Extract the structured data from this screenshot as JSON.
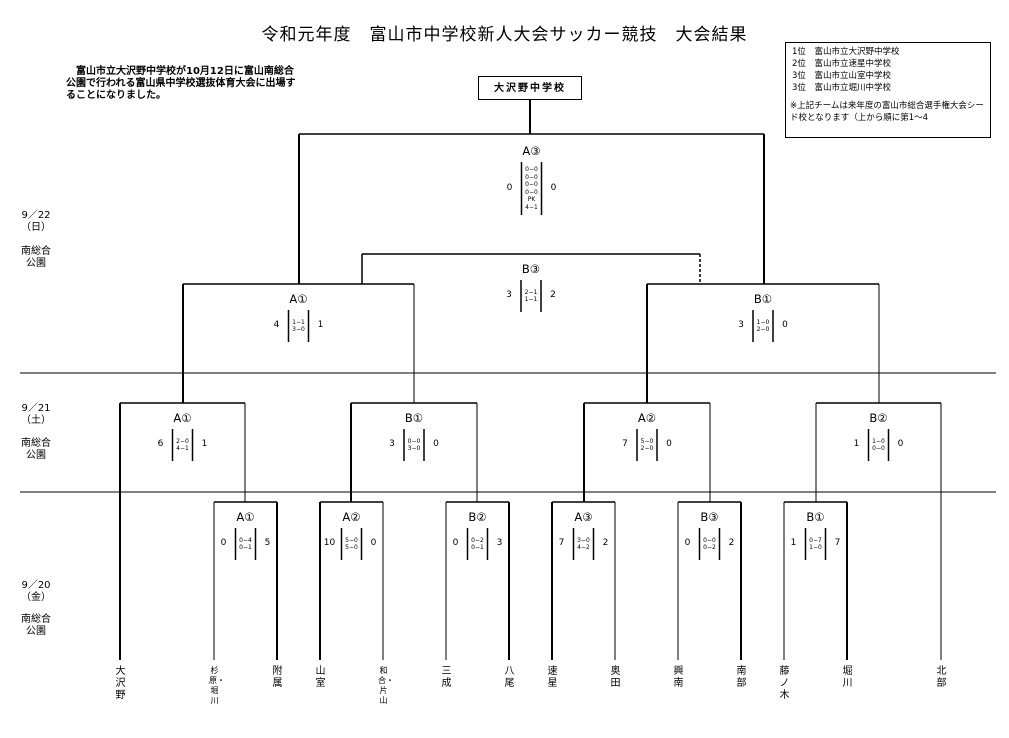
{
  "title": "令和元年度　富山市中学校新人大会サッカー競技　大会結果",
  "notice": "富山市立大沢野中学校が10月12日に富山南総合公園で行われる富山県中学校選抜体育大会に出場することになりました。",
  "champion": "大沢野中学校",
  "rankings": [
    {
      "rank": "1位",
      "school": "富山市立大沢野中学校"
    },
    {
      "rank": "2位",
      "school": "富山市立速星中学校"
    },
    {
      "rank": "3位",
      "school": "富山市立山室中学校"
    },
    {
      "rank": "3位",
      "school": "富山市立堀川中学校"
    }
  ],
  "rankings_note": "※上記チームは来年度の富山市総合選手権大会シード校となります（上から順に第1～4",
  "days": [
    {
      "date": "9／22",
      "weekday": "（日）",
      "venue": "南総合\n公園"
    },
    {
      "date": "9／21",
      "weekday": "（土）",
      "venue": "南総合\n公園"
    },
    {
      "date": "9／20",
      "weekday": "（金）",
      "venue": "南総合\n公園"
    }
  ],
  "teams": [
    {
      "name": "大沢野"
    },
    {
      "name": "杉原・堀川"
    },
    {
      "name": "附属"
    },
    {
      "name": "山室"
    },
    {
      "name": "和合・片山"
    },
    {
      "name": "三成"
    },
    {
      "name": "八尾"
    },
    {
      "name": "速星"
    },
    {
      "name": "奥田"
    },
    {
      "name": "興南"
    },
    {
      "name": "南部"
    },
    {
      "name": "藤ノ木"
    },
    {
      "name": "堀川"
    },
    {
      "name": "北部"
    }
  ],
  "matches": [
    {
      "id": "r1-1",
      "label": "A①",
      "left_score": "0",
      "right_score": "5",
      "periods": [
        "0−4",
        "0−1"
      ]
    },
    {
      "id": "r1-2",
      "label": "A②",
      "left_score": "10",
      "right_score": "0",
      "periods": [
        "5−0",
        "5−0"
      ]
    },
    {
      "id": "r1-3",
      "label": "B②",
      "left_score": "0",
      "right_score": "3",
      "periods": [
        "0−2",
        "0−1"
      ]
    },
    {
      "id": "r1-4",
      "label": "A③",
      "left_score": "7",
      "right_score": "2",
      "periods": [
        "3−0",
        "4−2"
      ]
    },
    {
      "id": "r1-5",
      "label": "B③",
      "left_score": "0",
      "right_score": "2",
      "periods": [
        "0−0",
        "0−2"
      ]
    },
    {
      "id": "r1-6",
      "label": "B①",
      "left_score": "1",
      "right_score": "7",
      "periods": [
        "0−7",
        "1−0"
      ]
    },
    {
      "id": "r2-1",
      "label": "A①",
      "left_score": "6",
      "right_score": "1",
      "periods": [
        "2−0",
        "4−1"
      ]
    },
    {
      "id": "r2-2",
      "label": "B①",
      "left_score": "3",
      "right_score": "0",
      "periods": [
        "0−0",
        "3−0"
      ]
    },
    {
      "id": "r2-3",
      "label": "A②",
      "left_score": "7",
      "right_score": "0",
      "periods": [
        "5−0",
        "2−0"
      ]
    },
    {
      "id": "r2-4",
      "label": "B②",
      "left_score": "1",
      "right_score": "0",
      "periods": [
        "1−0",
        "0−0"
      ]
    },
    {
      "id": "sf-1",
      "label": "A①",
      "left_score": "4",
      "right_score": "1",
      "periods": [
        "1−1",
        "3−0"
      ]
    },
    {
      "id": "sf-2",
      "label": "B①",
      "left_score": "3",
      "right_score": "0",
      "periods": [
        "1−0",
        "2−0"
      ]
    },
    {
      "id": "third",
      "label": "B③",
      "left_score": "3",
      "right_score": "2",
      "periods": [
        "2−1",
        "1−1"
      ]
    },
    {
      "id": "final",
      "label": "A③",
      "left_score": "0",
      "right_score": "0",
      "periods": [
        "0−0",
        "0−0",
        "0−0",
        "0−0",
        "PK",
        "4−1"
      ]
    }
  ]
}
